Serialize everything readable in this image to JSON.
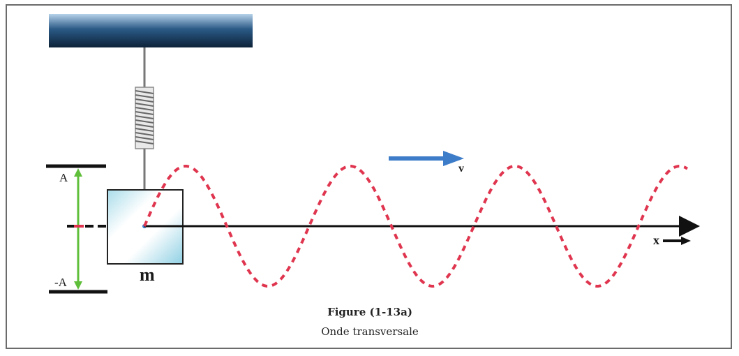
{
  "figure": {
    "labels": {
      "amplitude_pos": "A",
      "amplitude_neg": "-A",
      "mass": "m",
      "velocity": "v",
      "axis": "x"
    },
    "caption": {
      "title": "Figure (1-13a)",
      "subtitle": "Onde transversale"
    },
    "colors": {
      "wave": "#e0354f",
      "velocity_arrow": "#3d7cc9",
      "amplitude_arrow": "#5fbf3a",
      "ceiling_dark": "#0d2238",
      "ceiling_light": "#b6d2ea"
    }
  }
}
